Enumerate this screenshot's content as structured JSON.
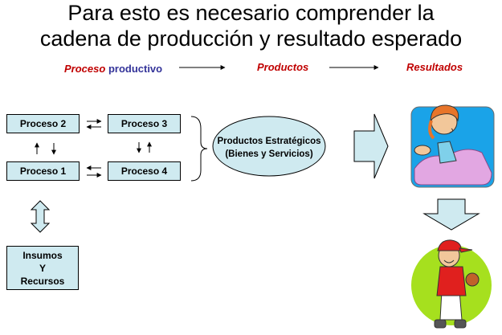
{
  "title": {
    "line1": "Para esto es necesario comprender la",
    "line2": "cadena de producción y resultado esperado"
  },
  "header": {
    "proceso_word": "Proceso",
    "productivo_word": "productivo",
    "productos": "Productos",
    "resultados": "Resultados",
    "colors": {
      "red": "#c00000",
      "navy": "#333399"
    }
  },
  "processes": {
    "p2": "Proceso 2",
    "p3": "Proceso 3",
    "p1": "Proceso 1",
    "p4": "Proceso 4"
  },
  "products": {
    "line1": "Productos Estratégicos",
    "line2": "(Bienes y Servicios)"
  },
  "inputs": {
    "line1": "Insumos",
    "line2": "Y",
    "line3": "Recursos"
  },
  "colors": {
    "box_fill": "#cfeaf0",
    "ellipse_fill": "#cfeaf0"
  }
}
